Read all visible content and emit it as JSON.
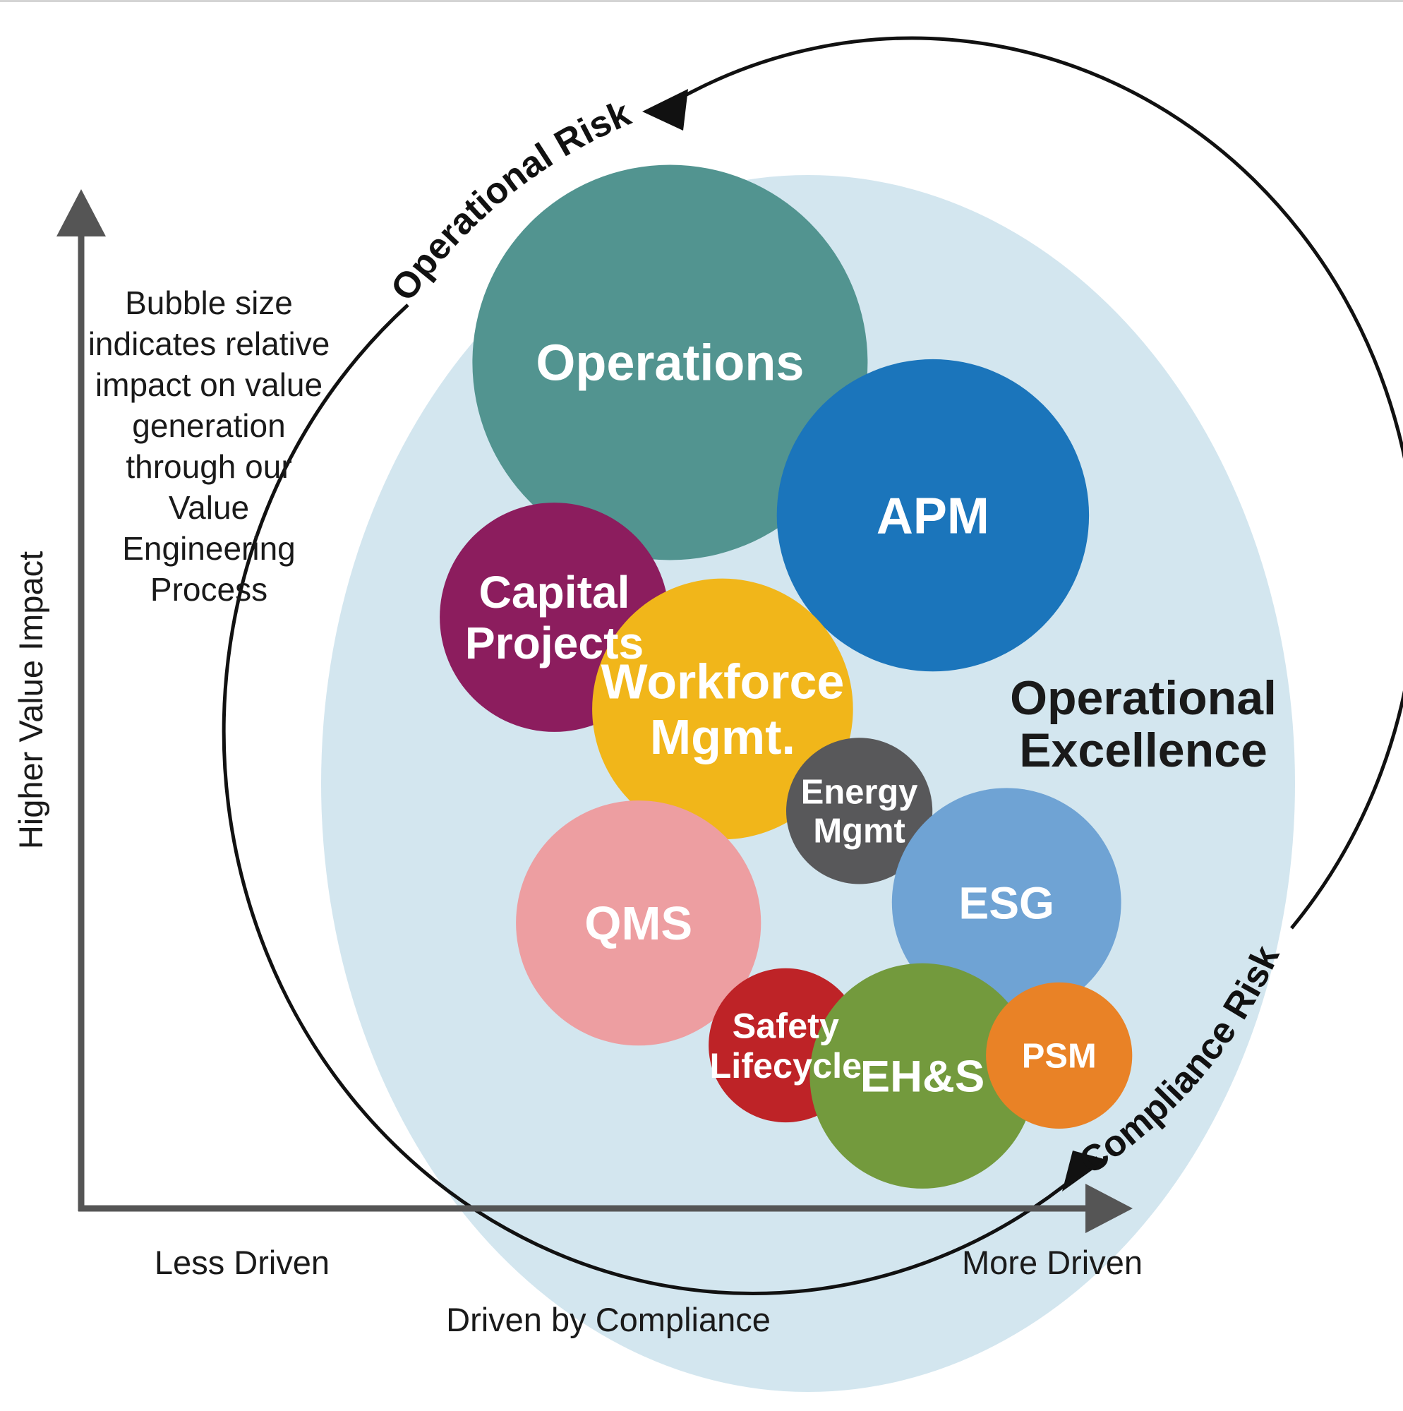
{
  "chart_data": {
    "type": "bubble",
    "title": "",
    "xlabel": "Driven by Compliance",
    "ylabel": "Higher Value Impact",
    "x_tick_labels": {
      "low": "Less Driven",
      "high": "More Driven"
    },
    "note": [
      "Bubble size",
      "indicates relative",
      "impact on value",
      "generation",
      "through our",
      "Value",
      "Engineering",
      "Process"
    ],
    "region_label": [
      "Operational",
      "Excellence"
    ],
    "cycle_labels": {
      "top_left": "Operational Risk",
      "bottom_right": "Compliance Risk"
    },
    "colors": {
      "region": "#d3e6ef",
      "axis": "#555555",
      "cycle": "#111111"
    },
    "bubbles": [
      {
        "name": "Operations",
        "lines": [
          "Operations"
        ],
        "x": 0.56,
        "y": 0.83,
        "size": 1.0,
        "color": "#529490"
      },
      {
        "name": "APM",
        "lines": [
          "APM"
        ],
        "x": 0.81,
        "y": 0.68,
        "size": 0.79,
        "color": "#1b75bb"
      },
      {
        "name": "Capital Projects",
        "lines": [
          "Capital",
          "Projects"
        ],
        "x": 0.45,
        "y": 0.58,
        "size": 0.58,
        "color": "#8c1d5e"
      },
      {
        "name": "Workforce Mgmt.",
        "lines": [
          "Workforce",
          "Mgmt."
        ],
        "x": 0.61,
        "y": 0.49,
        "size": 0.66,
        "color": "#f1b61a"
      },
      {
        "name": "Energy Mgmt",
        "lines": [
          "Energy",
          "Mgmt"
        ],
        "x": 0.74,
        "y": 0.39,
        "size": 0.37,
        "color": "#58585a"
      },
      {
        "name": "QMS",
        "lines": [
          "QMS"
        ],
        "x": 0.53,
        "y": 0.28,
        "size": 0.62,
        "color": "#ed9ea1"
      },
      {
        "name": "ESG",
        "lines": [
          "ESG"
        ],
        "x": 0.88,
        "y": 0.3,
        "size": 0.58,
        "color": "#6fa3d4"
      },
      {
        "name": "Safety Lifecycle",
        "lines": [
          "Safety",
          "Lifecycle"
        ],
        "x": 0.67,
        "y": 0.16,
        "size": 0.39,
        "color": "#be2327"
      },
      {
        "name": "EH&S",
        "lines": [
          "EH&S"
        ],
        "x": 0.8,
        "y": 0.13,
        "size": 0.57,
        "color": "#739a3d"
      },
      {
        "name": "PSM",
        "lines": [
          "PSM"
        ],
        "x": 0.93,
        "y": 0.15,
        "size": 0.37,
        "color": "#e98226"
      }
    ]
  }
}
